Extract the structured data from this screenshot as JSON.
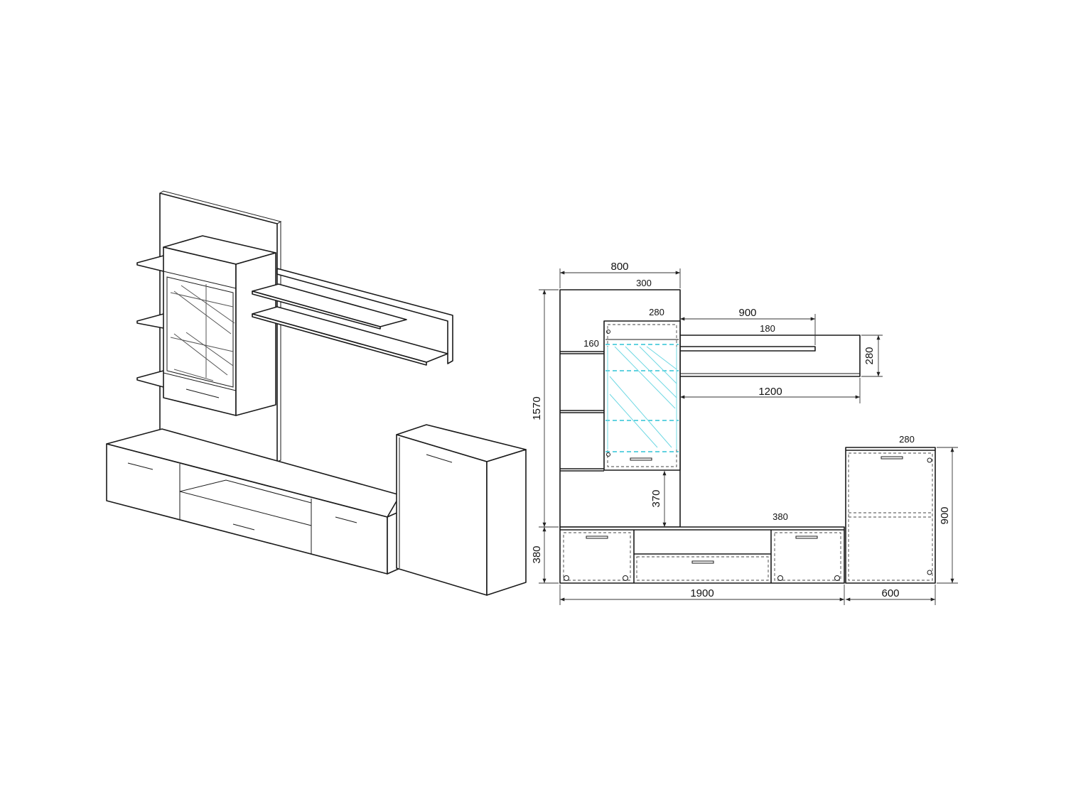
{
  "dimensions": {
    "d800": "800",
    "d300": "300",
    "d280_top": "280",
    "d900_h": "900",
    "d180": "180",
    "d160": "160",
    "d280_right": "280",
    "d1200": "1200",
    "d1570": "1570",
    "d370": "370",
    "d380_mid": "380",
    "d380_left": "380",
    "d280_cab": "280",
    "d900_v": "900",
    "d1900": "1900",
    "d600": "600"
  },
  "colors": {
    "line": "#1a1a1a",
    "glass_highlight": "#2ec4d6"
  }
}
